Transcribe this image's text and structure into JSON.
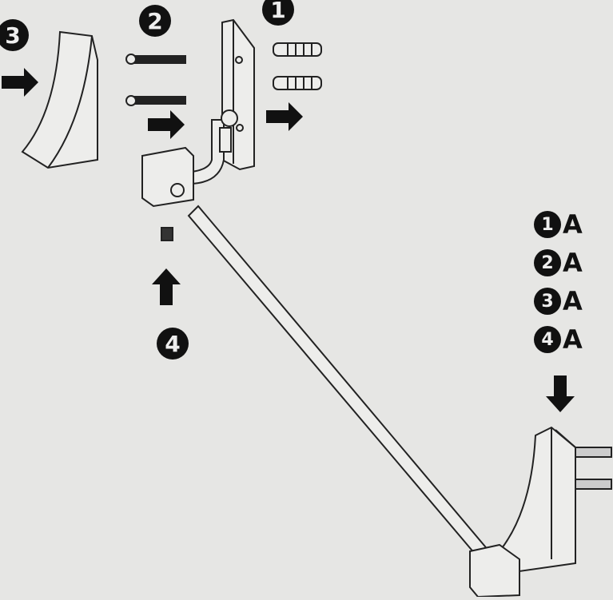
{
  "callouts": {
    "step1": "1",
    "step2": "2",
    "step3": "3",
    "step4": "4"
  },
  "sequence": [
    {
      "number": "1",
      "suffix": "A"
    },
    {
      "number": "2",
      "suffix": "A"
    },
    {
      "number": "3",
      "suffix": "A"
    },
    {
      "number": "4",
      "suffix": "A"
    }
  ],
  "colors": {
    "paper": "#e6e6e4",
    "ink": "#111111"
  }
}
